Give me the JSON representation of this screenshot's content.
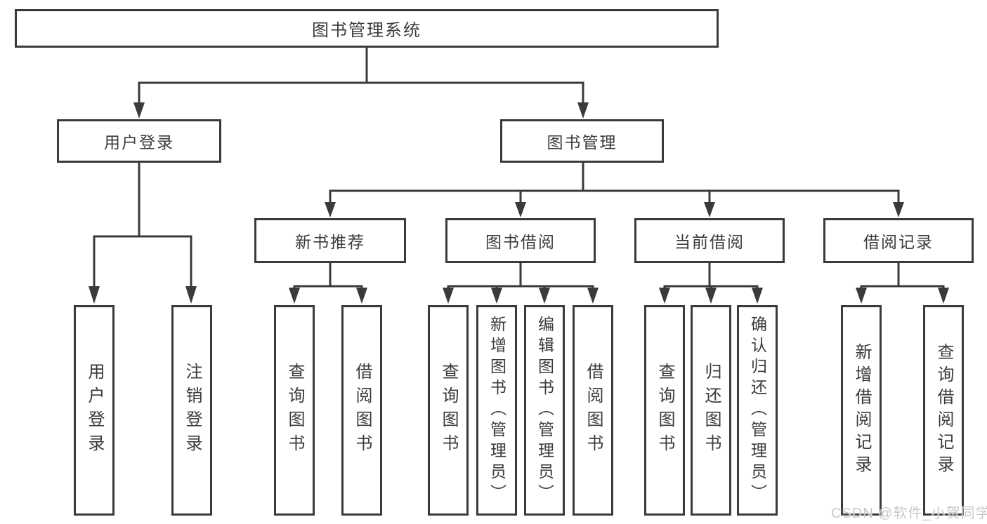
{
  "diagram": {
    "title": "图书管理系统",
    "branches": [
      {
        "label": "用户登录",
        "children": [
          {
            "label": "用户登录"
          },
          {
            "label": "注销登录"
          }
        ]
      },
      {
        "label": "图书管理",
        "groups": [
          {
            "label": "新书推荐",
            "children": [
              {
                "label": "查询图书"
              },
              {
                "label": "借阅图书"
              }
            ]
          },
          {
            "label": "图书借阅",
            "children": [
              {
                "label": "查询图书"
              },
              {
                "label": "新增图书（管理员）"
              },
              {
                "label": "编辑图书（管理员）"
              },
              {
                "label": "借阅图书"
              }
            ]
          },
          {
            "label": "当前借阅",
            "children": [
              {
                "label": "查询图书"
              },
              {
                "label": "归还图书"
              },
              {
                "label": "确认归还（管理员）"
              }
            ]
          },
          {
            "label": "借阅记录",
            "children": [
              {
                "label": "新增借阅记录"
              },
              {
                "label": "查询借阅记录"
              }
            ]
          }
        ]
      }
    ]
  },
  "watermark": {
    "text": "CSDN @软件_小贺同学"
  },
  "colors": {
    "line": "#3a3a3a",
    "text": "#3b3b3b",
    "background": "#ffffff",
    "watermark": "#c9c9c9"
  }
}
